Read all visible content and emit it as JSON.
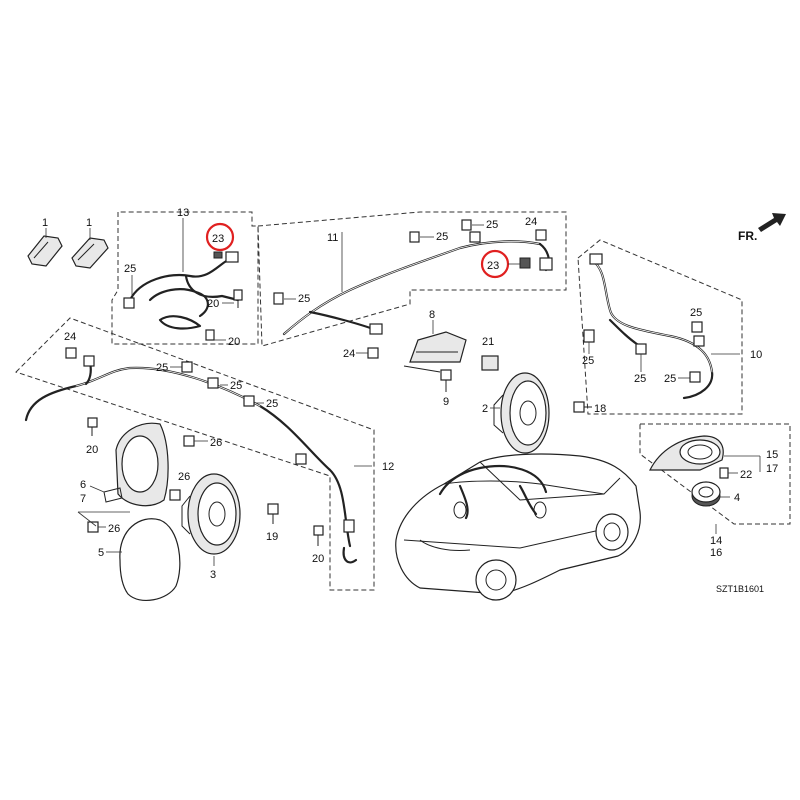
{
  "diagram_code": "SZT1B1601",
  "direction_label": "FR.",
  "callouts": {
    "p1a": "1",
    "p1b": "1",
    "p2": "2",
    "p3": "3",
    "p4": "4",
    "p5": "5",
    "p6": "6",
    "p7": "7",
    "p8": "8",
    "p9": "9",
    "p10": "10",
    "p11": "11",
    "p12": "12",
    "p13": "13",
    "p14": "14",
    "p15": "15",
    "p16": "16",
    "p17": "17",
    "p18": "18",
    "p19": "19",
    "p20a": "20",
    "p20b": "20",
    "p20c": "20",
    "p20d": "20",
    "p21": "21",
    "p22": "22",
    "p23a": "23",
    "p23b": "23",
    "p24a": "24",
    "p24b": "24",
    "p24c": "24",
    "p25a": "25",
    "p25b": "25",
    "p25c": "25",
    "p25d": "25",
    "p25e": "25",
    "p25f": "25",
    "p25g": "25",
    "p25h": "25",
    "p25i": "25",
    "p25j": "25",
    "p25k": "25",
    "p26a": "26",
    "p26b": "26",
    "p26c": "26"
  },
  "highlight_color": "#e02020"
}
